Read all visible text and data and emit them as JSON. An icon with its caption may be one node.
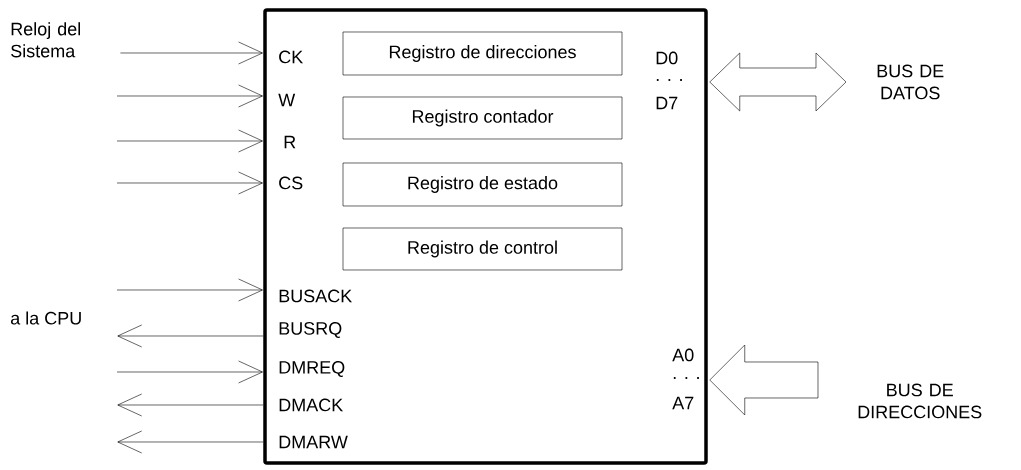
{
  "diagram": {
    "nodes": [
      {
        "text": [],
        "shape": "box"
      },
      {
        "text": [
          "Registro de direcciones"
        ],
        "in": 0
      },
      {
        "text": [
          "Registro contador"
        ],
        "in": 0
      },
      {
        "text": [
          "Registro de estado"
        ],
        "in": 0
      },
      {
        "text": [
          "Registro de control"
        ],
        "in": 0
      },
      {
        "text": [
          "Reloj del Sistema"
        ]
      },
      {
        "text": [
          "BUS DE DATOS"
        ]
      },
      {
        "text": [
          "BUS DE DIRECCIONES"
        ]
      }
    ],
    "edges": [
      {
        "from": 5,
        "to": 0,
        "arrow": "to"
      },
      {
        "from": null,
        "to": 0,
        "arrow": "to"
      },
      {
        "from": null,
        "to": 0,
        "arrow": "to"
      },
      {
        "from": null,
        "to": 0,
        "arrow": "to"
      },
      {
        "from": null,
        "to": 0,
        "arrow": "to"
      },
      {
        "from": 0,
        "to": null,
        "arrow": "to"
      },
      {
        "from": null,
        "to": 0,
        "arrow": "to"
      },
      {
        "from": 0,
        "to": null,
        "arrow": "to"
      },
      {
        "from": 0,
        "to": null,
        "arrow": "to"
      },
      {
        "from": 0,
        "to": 6,
        "arrow": "both"
      },
      {
        "from": 7,
        "to": 0,
        "arrow": "to"
      }
    ],
    "labels": [
      "CK",
      "W",
      "R",
      "CS",
      "BUSACK",
      "a la CPU",
      "BUSRQ",
      "DMREQ",
      "DMACK",
      "DMARW",
      "D0",
      ". . .",
      "D7",
      "A0",
      ". . .",
      "A7"
    ]
  }
}
